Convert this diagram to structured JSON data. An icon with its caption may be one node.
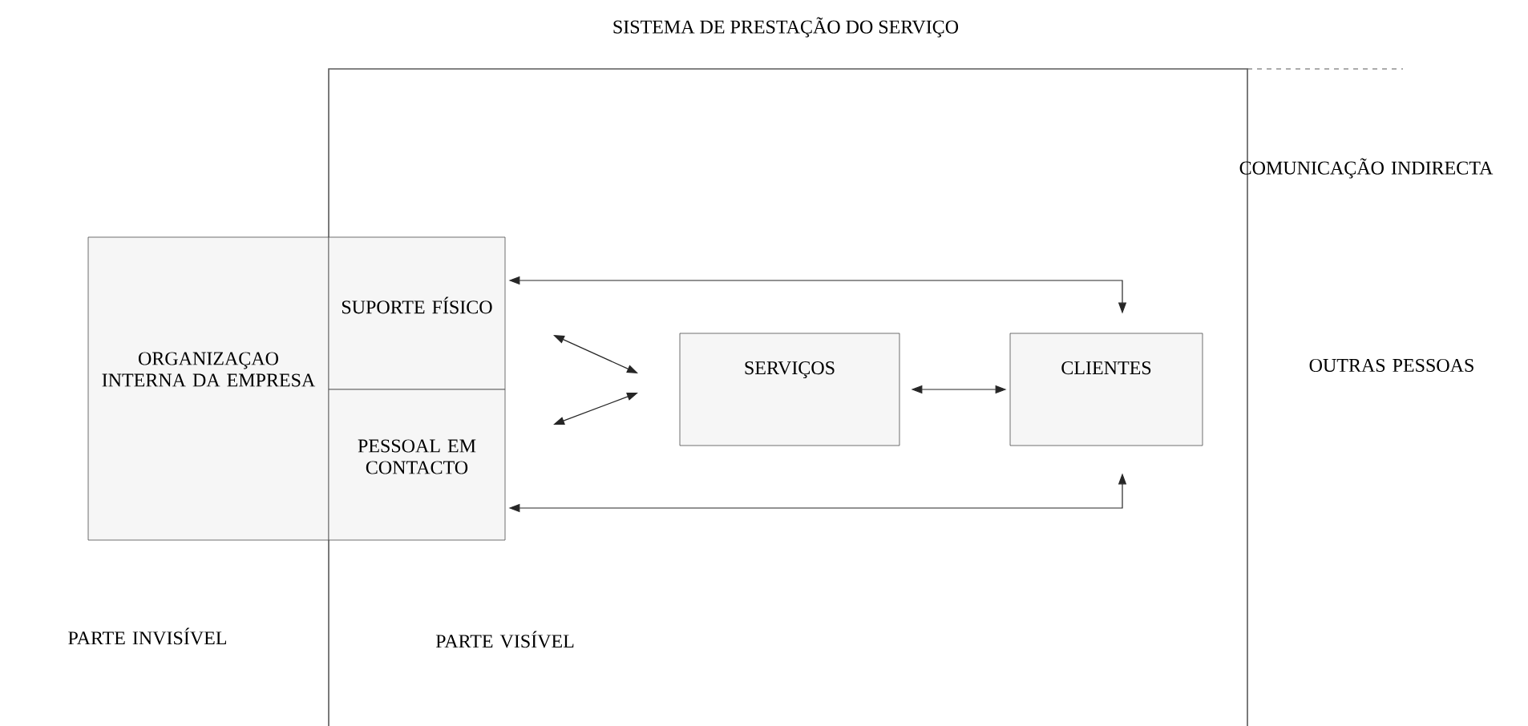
{
  "diagram": {
    "title": "SISTEMA DE PRESTAÇÃO DO SERVIÇO",
    "nodes": [
      {
        "text": [
          "ORGANIZAÇAO INTERNA DA EMPRESA"
        ]
      },
      {
        "text": [
          "SUPORTE FÍSICO"
        ]
      },
      {
        "text": [
          "PESSOAL EM CONTACTO"
        ]
      },
      {
        "text": [
          "SERVIÇOS"
        ]
      },
      {
        "text": [
          "CLIENTES"
        ]
      }
    ],
    "edges": [
      {
        "from": 1,
        "to": 4,
        "arrow": "both"
      },
      {
        "from": 2,
        "to": 4,
        "arrow": "both"
      },
      {
        "from": 3,
        "to": 4,
        "arrow": "both"
      },
      {
        "from": 1,
        "to": 3,
        "arrow": "both"
      },
      {
        "from": 2,
        "to": 3,
        "arrow": "both"
      }
    ],
    "labels": [
      "COMUNICAÇÃO INDIRECTA",
      "OUTRAS PESSOAS",
      "PARTE INVISÍVEL",
      "PARTE VISÍVEL"
    ]
  }
}
